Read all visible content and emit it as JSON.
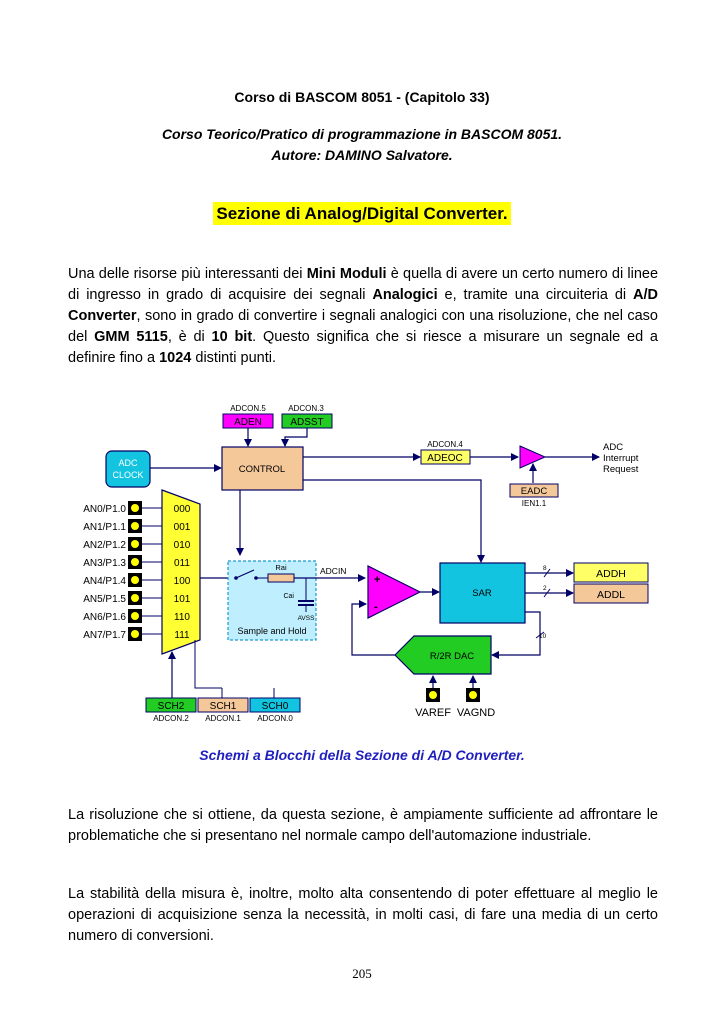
{
  "header": {
    "line1": "Corso di BASCOM 8051 - (Capitolo 33)",
    "line2": "Corso Teorico/Pratico di programmazione in BASCOM 8051.",
    "line3": "Autore: DAMINO Salvatore."
  },
  "section_title": "Sezione di Analog/Digital Converter.",
  "intro": {
    "t1": "Una delle risorse più interessanti dei ",
    "b1": "Mini Moduli",
    "t2": " è quella di avere un certo numero di linee di ingresso in grado di acquisire dei segnali ",
    "b2": "Analogici",
    "t3": " e, tramite una circuiteria di ",
    "b3": "A/D Converter",
    "t4": ", sono in grado di convertire i segnali analogici con una risoluzione, che nel caso del ",
    "b4": "GMM 5115",
    "t5": ", è di ",
    "b5": "10 bit",
    "t6": ". Questo significa che si riesce a misurare un segnale ed a definire fino a ",
    "b6": "1024",
    "t7": " distinti punti."
  },
  "diagram": {
    "adc_clock": [
      "ADC",
      "CLOCK"
    ],
    "control": "CONTROL",
    "adcon5": "ADCON.5",
    "aden": "ADEN",
    "adcon3": "ADCON.3",
    "adsst": "ADSST",
    "adcon4": "ADCON.4",
    "adeoc": "ADEOC",
    "eadc": "EADC",
    "ien11": "IEN1.1",
    "adc_interrupt": [
      "ADC",
      "Interrupt",
      "Request"
    ],
    "inputs": [
      "AN0/P1.0",
      "AN1/P1.1",
      "AN2/P1.2",
      "AN3/P1.3",
      "AN4/P1.4",
      "AN5/P1.5",
      "AN6/P1.6",
      "AN7/P1.7"
    ],
    "mux_codes": [
      "000",
      "001",
      "010",
      "011",
      "100",
      "101",
      "110",
      "111"
    ],
    "rai": "Rai",
    "cai": "Cai",
    "avss": "AVSS",
    "sample_hold": "Sample and Hold",
    "adcin": "ADCIN",
    "sar": "SAR",
    "addh": "ADDH",
    "addl": "ADDL",
    "bus8": "8",
    "bus2": "2",
    "bus10": "10",
    "dac": "R/2R DAC",
    "varef": "VAREF",
    "vagnd": "VAGND",
    "sch2": "SCH2",
    "sch1": "SCH1",
    "sch0": "SCH0",
    "adcon2": "ADCON.2",
    "adcon1": "ADCON.1",
    "adcon0": "ADCON.0",
    "plus": "+",
    "minus": "-"
  },
  "caption": "Schemi a Blocchi della Sezione di A/D Converter.",
  "para2": "La risoluzione che si ottiene, da questa sezione, è ampiamente sufficiente ad affrontare le problematiche che si presentano nel normale campo dell'automazione industriale.",
  "para3": "La stabilità della misura è, inoltre, molto alta consentendo di poter effettuare al meglio le operazioni di acquisizione senza la necessità, in molti casi, di fare una media di un certo numero di conversioni.",
  "page_number": "205",
  "colors": {
    "title_bg": "#ffff00",
    "caption": "#1f1fbf",
    "control": "#f5c89a",
    "sar": "#13c4e0",
    "dac": "#22cc22",
    "aden": "#ff00ff",
    "adsst": "#22cc22",
    "adeoc": "#ffff66",
    "mux": "#ffff33",
    "addh": "#ffff66",
    "addl": "#f5c89a",
    "wire": "#000066"
  }
}
